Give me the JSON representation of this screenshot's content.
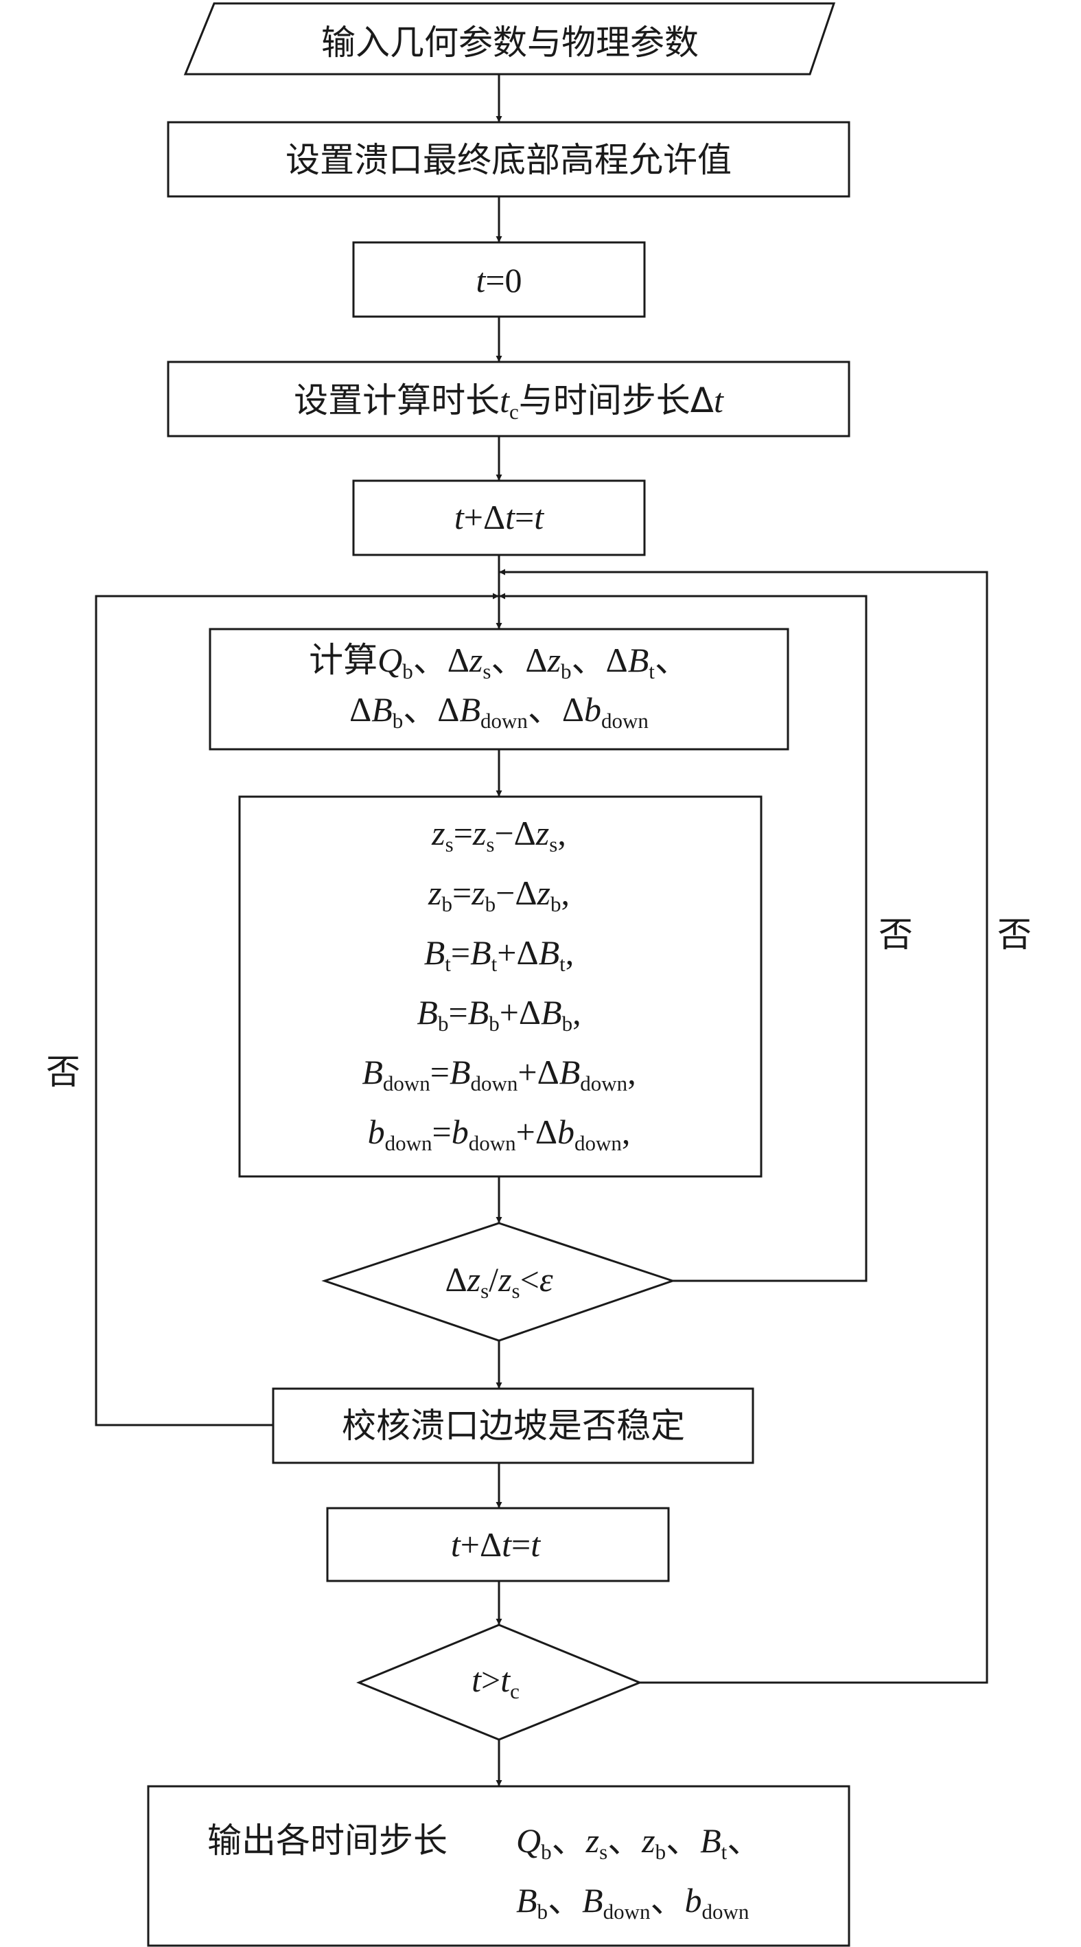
{
  "flowchart": {
    "input": "输入几何参数与物理参数",
    "set_elevation": "设置溃口最终底部高程允许值",
    "init_time": {
      "var": "t",
      "rest": "=0"
    },
    "set_duration": {
      "pre": "设置计算时长",
      "tvar": "t",
      "tsub": "c",
      "mid": "与时间步长Δ",
      "dvar": "t"
    },
    "advance_time": {
      "a": "t",
      "b": "+Δ",
      "c": "t",
      "d": "=",
      "e": "t"
    },
    "compute": {
      "prefix": "计算",
      "line1": [
        "Q_b",
        "Δz_s",
        "Δz_b",
        "ΔB_t"
      ],
      "line2": [
        "ΔB_b",
        "ΔB_down",
        "Δb_down"
      ]
    },
    "update": [
      "z_s = z_s − Δz_s,",
      "z_b = z_b − Δz_b,",
      "B_t = B_t + ΔB_t,",
      "B_b = B_b + ΔB_b,",
      "B_down = B_down + ΔB_down,",
      "b_down = b_down + Δb_down,"
    ],
    "decision_converge": "Δz_s/z_s < ε",
    "check_slope": "校核溃口边坡是否稳定",
    "advance_time_2": {
      "a": "t",
      "b": "+Δ",
      "c": "t",
      "d": "=",
      "e": "t"
    },
    "decision_time": {
      "a": "t",
      "b": ">",
      "c": "t",
      "sub": "c"
    },
    "output": {
      "prefix": "输出各时间步长",
      "line1": [
        "Q_b",
        "z_s",
        "z_b",
        "B_t"
      ],
      "line2": [
        "B_b",
        "B_down",
        "b_down"
      ]
    },
    "loop_labels": {
      "converge_no": "否",
      "slope_no": "否",
      "time_no": "否"
    }
  }
}
